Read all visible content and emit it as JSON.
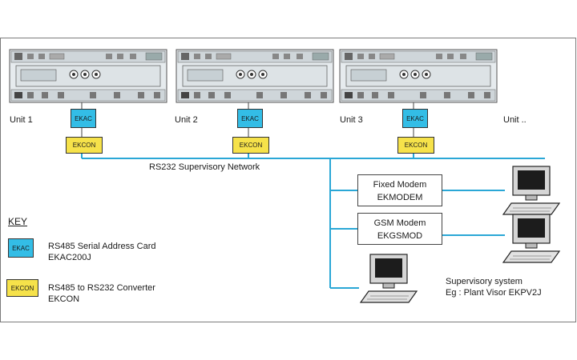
{
  "units": [
    {
      "label": "Unit 1",
      "card": "EKAC",
      "converter": "EKCON"
    },
    {
      "label": "Unit 2",
      "card": "EKAC",
      "converter": "EKCON"
    },
    {
      "label": "Unit 3",
      "card": "EKAC",
      "converter": "EKCON"
    }
  ],
  "unit_more_label": "Unit ..",
  "network_label": "RS232 Supervisory Network",
  "fixed_modem": {
    "line1": "Fixed Modem",
    "line2": "EKMODEM"
  },
  "gsm_modem": {
    "line1": "GSM Modem",
    "line2": "EKGSMOD"
  },
  "supervisory": {
    "line1": "Supervisory system",
    "line2": "Eg : Plant Visor    EKPV2J"
  },
  "key": {
    "title": "KEY",
    "ekac_tag": "EKAC",
    "ekac_line1": "RS485 Serial Address Card",
    "ekac_line2": "EKAC200J",
    "ekcon_tag": "EKCON",
    "ekcon_line1": "RS485 to RS232 Converter",
    "ekcon_line2": "EKCON"
  },
  "colors": {
    "ekac": "#33bde6",
    "ekcon": "#f6e24a",
    "network_line": "#2aa7d6"
  }
}
